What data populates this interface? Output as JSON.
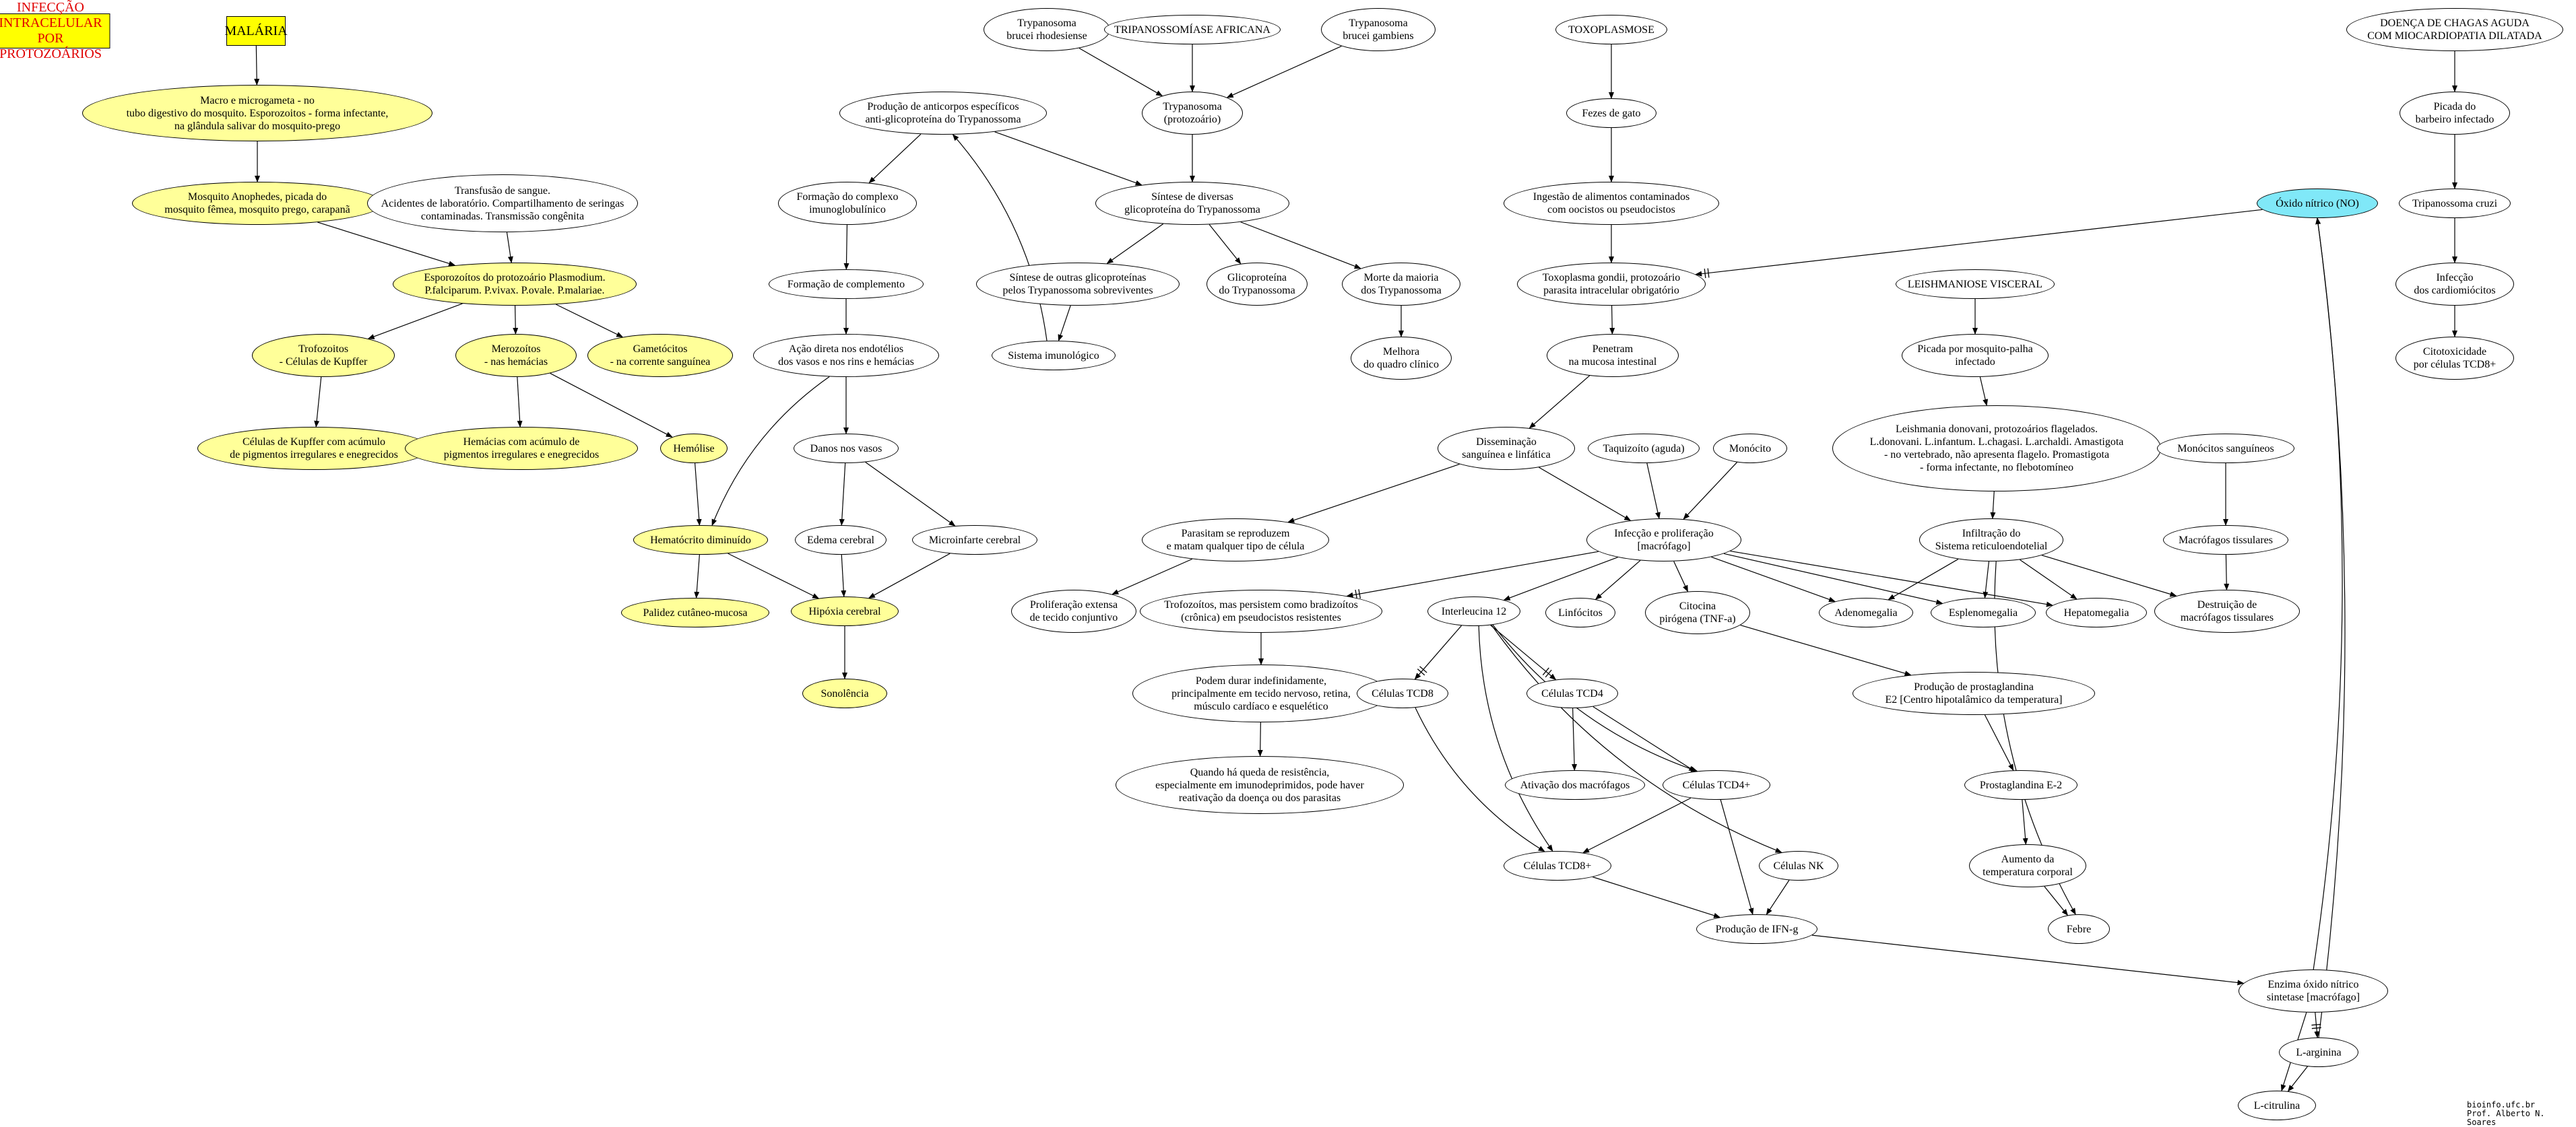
{
  "nodes": [
    {
      "id": "n_title",
      "text": "INFECÇÃO INTRACELULAR\nPOR PROTOZOÁRIOS",
      "style": "box red"
    },
    {
      "id": "n_malaria",
      "text": "MALÁRIA",
      "style": "box red2"
    },
    {
      "id": "n_macro",
      "text": "Macro e microgameta - no\ntubo digestivo do mosquito. Esporozoitos - forma infectante,\nna glândula salivar do mosquito-prego",
      "style": "y"
    },
    {
      "id": "n_mosquito",
      "text": "Mosquito Anophedes, picada do\nmosquito fêmea, mosquito prego, carapanã",
      "style": "y"
    },
    {
      "id": "n_transf",
      "text": "Transfusão de sangue.\nAcidentes de laboratório. Compartilhamento de seringas\ncontaminadas. Transmissão congênita",
      "style": ""
    },
    {
      "id": "n_esporo",
      "text": "Esporozoítos do protozoário Plasmodium.\nP.falciparum. P.vivax. P.ovale. P.malariae.",
      "style": "y"
    },
    {
      "id": "n_trofo",
      "text": "Trofozoitos\n- Células de Kupffer",
      "style": "y"
    },
    {
      "id": "n_mero",
      "text": "Merozoítos\n- nas hemácias",
      "style": "y"
    },
    {
      "id": "n_gameto",
      "text": "Gametócitos\n- na corrente sanguínea",
      "style": "y"
    },
    {
      "id": "n_kupffer",
      "text": "Células de Kupffer com acúmulo\nde pigmentos irregulares e enegrecidos",
      "style": "y"
    },
    {
      "id": "n_hemacias",
      "text": "Hemácias com acúmulo de\npigmentos irregulares e enegrecidos",
      "style": "y"
    },
    {
      "id": "n_hemolise",
      "text": "Hemólise",
      "style": "y"
    },
    {
      "id": "n_hematocrito",
      "text": "Hematócrito diminuído",
      "style": "y"
    },
    {
      "id": "n_palidez",
      "text": "Palidez cutâneo-mucosa",
      "style": "y"
    },
    {
      "id": "n_hipoxia",
      "text": "Hipóxia cerebral",
      "style": "y"
    },
    {
      "id": "n_sonolencia",
      "text": "Sonolência",
      "style": "y"
    },
    {
      "id": "n_tryp_rh",
      "text": "Trypanosoma\nbrucei rhodesiense",
      "style": ""
    },
    {
      "id": "n_tryp_af",
      "text": "TRIPANOSSOMÍASE AFRICANA",
      "style": ""
    },
    {
      "id": "n_tryp_gb",
      "text": "Trypanosoma\nbrucei gambiens",
      "style": ""
    },
    {
      "id": "n_tryp_proto",
      "text": "Trypanosoma\n(protozoário)",
      "style": ""
    },
    {
      "id": "n_anticorpos",
      "text": "Produção de anticorpos específicos\nanti-glicoproteína do Trypanossoma",
      "style": ""
    },
    {
      "id": "n_sintese",
      "text": "Síntese de diversas\nglicoproteína do Trypanossoma",
      "style": ""
    },
    {
      "id": "n_formacao_imuno",
      "text": "Formação do complexo\nimunoglobulínico",
      "style": ""
    },
    {
      "id": "n_formacao_compl",
      "text": "Formação de complemento",
      "style": ""
    },
    {
      "id": "n_acao",
      "text": "Ação direta nos endotélios\ndos vasos e nos rins e hemácias",
      "style": ""
    },
    {
      "id": "n_danos",
      "text": "Danos nos vasos",
      "style": ""
    },
    {
      "id": "n_edema",
      "text": "Edema cerebral",
      "style": ""
    },
    {
      "id": "n_microenf",
      "text": "Microinfarte cerebral",
      "style": ""
    },
    {
      "id": "n_sintese_outras",
      "text": "Síntese de outras glicoproteínas\npelos Trypanossoma sobreviventes",
      "style": ""
    },
    {
      "id": "n_glico",
      "text": "Glicoproteína\ndo Trypanossoma",
      "style": ""
    },
    {
      "id": "n_morte",
      "text": "Morte da maioria\ndos Trypanossoma",
      "style": ""
    },
    {
      "id": "n_melhora",
      "text": "Melhora\ndo quadro clínico",
      "style": ""
    },
    {
      "id": "n_sist_imuno",
      "text": "Sistema imunológico",
      "style": ""
    },
    {
      "id": "n_toxo",
      "text": "TOXOPLASMOSE",
      "style": ""
    },
    {
      "id": "n_fezes",
      "text": "Fezes de gato",
      "style": ""
    },
    {
      "id": "n_ingestao",
      "text": "Ingestão de alimentos contaminados\ncom oocistos ou pseudocistos",
      "style": ""
    },
    {
      "id": "n_toxo_gondii",
      "text": "Toxoplasma gondii, protozoário\nparasita intracelular obrigatório",
      "style": ""
    },
    {
      "id": "n_penetram",
      "text": "Penetram\nna mucosa intestinal",
      "style": ""
    },
    {
      "id": "n_dissem",
      "text": "Disseminação\nsanguínea e linfática",
      "style": ""
    },
    {
      "id": "n_taquizoito",
      "text": "Taquizoíto (aguda)",
      "style": ""
    },
    {
      "id": "n_monocito",
      "text": "Monócito",
      "style": ""
    },
    {
      "id": "n_parasitam",
      "text": "Parasitam se reproduzem\ne matam qualquer tipo de célula",
      "style": ""
    },
    {
      "id": "n_infeccao",
      "text": "Infecção e proliferação\n[macrófago]",
      "style": ""
    },
    {
      "id": "n_prolif",
      "text": "Proliferação extensa\nde tecido conjuntivo",
      "style": ""
    },
    {
      "id": "n_trofo_crono",
      "text": "Trofozoítos, mas persistem como bradizoítos\n(crônica) em pseudocistos resistentes",
      "style": ""
    },
    {
      "id": "n_podem",
      "text": "Podem durar indefinidamente,\nprincipalmente em tecido nervoso, retina,\nmúsculo cardíaco e esquelético",
      "style": ""
    },
    {
      "id": "n_quando",
      "text": "Quando há queda de resistência,\nespecialmente em imunodeprimidos, pode haver\nreativação da doença ou dos parasitas",
      "style": ""
    },
    {
      "id": "n_il12",
      "text": "Interleucina 12",
      "style": ""
    },
    {
      "id": "n_linfocitos",
      "text": "Linfócitos",
      "style": ""
    },
    {
      "id": "n_citocina",
      "text": "Citocina\npirógena (TNF-a)",
      "style": ""
    },
    {
      "id": "n_adenomegalia",
      "text": "Adenomegalia",
      "style": ""
    },
    {
      "id": "n_esplenomegalia",
      "text": "Esplenomegalia",
      "style": ""
    },
    {
      "id": "n_hepatomegalia",
      "text": "Hepatomegalia",
      "style": ""
    },
    {
      "id": "n_tcd8",
      "text": "Células TCD8",
      "style": ""
    },
    {
      "id": "n_tcd4",
      "text": "Células TCD4",
      "style": ""
    },
    {
      "id": "n_ativacao",
      "text": "Ativação dos macrófagos",
      "style": ""
    },
    {
      "id": "n_tcd4p",
      "text": "Células TCD4+",
      "style": ""
    },
    {
      "id": "n_tcd8p",
      "text": "Células TCD8+",
      "style": ""
    },
    {
      "id": "n_nk",
      "text": "Células NK",
      "style": ""
    },
    {
      "id": "n_ifn",
      "text": "Produção de IFN-g",
      "style": ""
    },
    {
      "id": "n_prostag_prod",
      "text": "Produção de prostaglandina\nE2 [Centro hipotalâmico da temperatura]",
      "style": ""
    },
    {
      "id": "n_prostag",
      "text": "Prostaglandina E-2",
      "style": ""
    },
    {
      "id": "n_aumento",
      "text": "Aumento da\ntemperatura corporal",
      "style": ""
    },
    {
      "id": "n_febre",
      "text": "Febre",
      "style": ""
    },
    {
      "id": "n_leish",
      "text": "LEISHMANIOSE VISCERAL",
      "style": ""
    },
    {
      "id": "n_picada_flebo",
      "text": "Picada por mosquito-palha\ninfectado",
      "style": ""
    },
    {
      "id": "n_leish_don",
      "text": "Leishmania donovani, protozoários flagelados.\nL.donovani. L.infantum. L.chagasi. L.archaldi. Amastigota\n- no vertebrado, não apresenta flagelo. Promastigota\n- forma infectante, no flebotomíneo",
      "style": ""
    },
    {
      "id": "n_infiltracao",
      "text": "Infiltração do\nSistema reticuloendotelial",
      "style": ""
    },
    {
      "id": "n_monocitos_sang",
      "text": "Monócitos sanguíneos",
      "style": ""
    },
    {
      "id": "n_macrof_tiss",
      "text": "Macrófagos tissulares",
      "style": ""
    },
    {
      "id": "n_destruicao",
      "text": "Destruição de\nmacrófagos tissulares",
      "style": ""
    },
    {
      "id": "n_chagas",
      "text": "DOENÇA DE CHAGAS AGUDA\nCOM MIOCARDIOPATIA DILATADA",
      "style": ""
    },
    {
      "id": "n_picada_barb",
      "text": "Picada do\nbarbeiro infectado",
      "style": ""
    },
    {
      "id": "n_cruzi",
      "text": "Tripanossoma cruzi",
      "style": ""
    },
    {
      "id": "n_infeccao_card",
      "text": "Infecção\ndos cardiomiócitos",
      "style": ""
    },
    {
      "id": "n_citotox",
      "text": "Citotoxicidade\npor células TCD8+",
      "style": ""
    },
    {
      "id": "n_oxido",
      "text": "Óxido nítrico (NO)",
      "style": "c"
    },
    {
      "id": "n_enzima",
      "text": "Enzima óxido nítrico\nsintetase [macrófago]",
      "style": ""
    },
    {
      "id": "n_larginina",
      "text": "L-arginina",
      "style": ""
    },
    {
      "id": "n_lcitrulina",
      "text": "L-citrulina",
      "style": ""
    }
  ],
  "edges": [
    [
      "n_malaria",
      "n_macro",
      ""
    ],
    [
      "n_macro",
      "n_mosquito",
      ""
    ],
    [
      "n_mosquito",
      "n_esporo",
      ""
    ],
    [
      "n_transf",
      "n_esporo",
      ""
    ],
    [
      "n_esporo",
      "n_trofo",
      ""
    ],
    [
      "n_esporo",
      "n_mero",
      ""
    ],
    [
      "n_esporo",
      "n_gameto",
      ""
    ],
    [
      "n_trofo",
      "n_kupffer",
      ""
    ],
    [
      "n_mero",
      "n_hemacias",
      ""
    ],
    [
      "n_mero",
      "n_hemolise",
      ""
    ],
    [
      "n_hemolise",
      "n_hematocrito",
      ""
    ],
    [
      "n_hematocrito",
      "n_palidez",
      ""
    ],
    [
      "n_hematocrito",
      "n_hipoxia",
      ""
    ],
    [
      "n_hipoxia",
      "n_sonolencia",
      ""
    ],
    [
      "n_tryp_rh",
      "n_tryp_proto",
      ""
    ],
    [
      "n_tryp_af",
      "n_tryp_proto",
      ""
    ],
    [
      "n_tryp_gb",
      "n_tryp_proto",
      ""
    ],
    [
      "n_tryp_proto",
      "n_sintese",
      ""
    ],
    [
      "n_anticorpos",
      "n_sintese",
      ""
    ],
    [
      "n_anticorpos",
      "n_formacao_imuno",
      ""
    ],
    [
      "n_formacao_imuno",
      "n_formacao_compl",
      ""
    ],
    [
      "n_formacao_compl",
      "n_acao",
      ""
    ],
    [
      "n_acao",
      "n_danos",
      ""
    ],
    [
      "n_acao",
      "n_hematocrito",
      "curve"
    ],
    [
      "n_danos",
      "n_edema",
      ""
    ],
    [
      "n_danos",
      "n_microenf",
      ""
    ],
    [
      "n_edema",
      "n_hipoxia",
      ""
    ],
    [
      "n_microenf",
      "n_hipoxia",
      ""
    ],
    [
      "n_sintese",
      "n_sintese_outras",
      ""
    ],
    [
      "n_sintese",
      "n_glico",
      ""
    ],
    [
      "n_sintese",
      "n_morte",
      ""
    ],
    [
      "n_morte",
      "n_melhora",
      ""
    ],
    [
      "n_sintese_outras",
      "n_sist_imuno",
      ""
    ],
    [
      "n_sist_imuno",
      "n_anticorpos",
      "curve"
    ],
    [
      "n_toxo",
      "n_fezes",
      ""
    ],
    [
      "n_fezes",
      "n_ingestao",
      ""
    ],
    [
      "n_ingestao",
      "n_toxo_gondii",
      ""
    ],
    [
      "n_toxo_gondii",
      "n_penetram",
      ""
    ],
    [
      "n_penetram",
      "n_dissem",
      ""
    ],
    [
      "n_dissem",
      "n_parasitam",
      ""
    ],
    [
      "n_dissem",
      "n_infeccao",
      ""
    ],
    [
      "n_taquizoito",
      "n_infeccao",
      ""
    ],
    [
      "n_monocito",
      "n_infeccao",
      ""
    ],
    [
      "n_parasitam",
      "n_prolif",
      ""
    ],
    [
      "n_infeccao",
      "n_trofo_crono",
      "tee"
    ],
    [
      "n_trofo_crono",
      "n_podem",
      ""
    ],
    [
      "n_podem",
      "n_quando",
      ""
    ],
    [
      "n_infeccao",
      "n_il12",
      ""
    ],
    [
      "n_infeccao",
      "n_linfocitos",
      ""
    ],
    [
      "n_infeccao",
      "n_citocina",
      ""
    ],
    [
      "n_infeccao",
      "n_adenomegalia",
      ""
    ],
    [
      "n_infeccao",
      "n_esplenomegalia",
      ""
    ],
    [
      "n_infeccao",
      "n_hepatomegalia",
      ""
    ],
    [
      "n_il12",
      "n_tcd8",
      "tee"
    ],
    [
      "n_il12",
      "n_tcd4",
      "tee"
    ],
    [
      "n_il12",
      "n_tcd4p",
      "curve"
    ],
    [
      "n_il12",
      "n_tcd8p",
      "curve"
    ],
    [
      "n_il12",
      "n_nk",
      "curve"
    ],
    [
      "n_tcd8",
      "n_tcd8p",
      "curve"
    ],
    [
      "n_tcd4",
      "n_ativacao",
      ""
    ],
    [
      "n_tcd4",
      "n_tcd4p",
      ""
    ],
    [
      "n_tcd4p",
      "n_tcd8p",
      ""
    ],
    [
      "n_tcd4p",
      "n_ifn",
      ""
    ],
    [
      "n_tcd8p",
      "n_ifn",
      ""
    ],
    [
      "n_nk",
      "n_ifn",
      ""
    ],
    [
      "n_ifn",
      "n_enzima",
      ""
    ],
    [
      "n_citocina",
      "n_prostag_prod",
      ""
    ],
    [
      "n_prostag_prod",
      "n_prostag",
      ""
    ],
    [
      "n_prostag",
      "n_aumento",
      ""
    ],
    [
      "n_aumento",
      "n_febre",
      ""
    ],
    [
      "n_leish",
      "n_picada_flebo",
      ""
    ],
    [
      "n_picada_flebo",
      "n_leish_don",
      ""
    ],
    [
      "n_leish_don",
      "n_infiltracao",
      ""
    ],
    [
      "n_infiltracao",
      "n_adenomegalia",
      ""
    ],
    [
      "n_infiltracao",
      "n_esplenomegalia",
      ""
    ],
    [
      "n_infiltracao",
      "n_hepatomegalia",
      ""
    ],
    [
      "n_infiltracao",
      "n_destruicao",
      ""
    ],
    [
      "n_infiltracao",
      "n_febre",
      "curve"
    ],
    [
      "n_monocitos_sang",
      "n_macrof_tiss",
      ""
    ],
    [
      "n_macrof_tiss",
      "n_destruicao",
      ""
    ],
    [
      "n_chagas",
      "n_picada_barb",
      ""
    ],
    [
      "n_picada_barb",
      "n_cruzi",
      ""
    ],
    [
      "n_cruzi",
      "n_infeccao_card",
      ""
    ],
    [
      "n_infeccao_card",
      "n_citotox",
      ""
    ],
    [
      "n_oxido",
      "n_toxo_gondii",
      "tee"
    ],
    [
      "n_enzima",
      "n_oxido",
      "curve"
    ],
    [
      "n_enzima",
      "n_larginina",
      "tee"
    ],
    [
      "n_enzima",
      "n_lcitrulina",
      ""
    ],
    [
      "n_larginina",
      "n_oxido",
      "curve"
    ],
    [
      "n_larginina",
      "n_lcitrulina",
      ""
    ]
  ],
  "credit": "bioinfo.ufc.br\nProf. Alberto N. Soares"
}
